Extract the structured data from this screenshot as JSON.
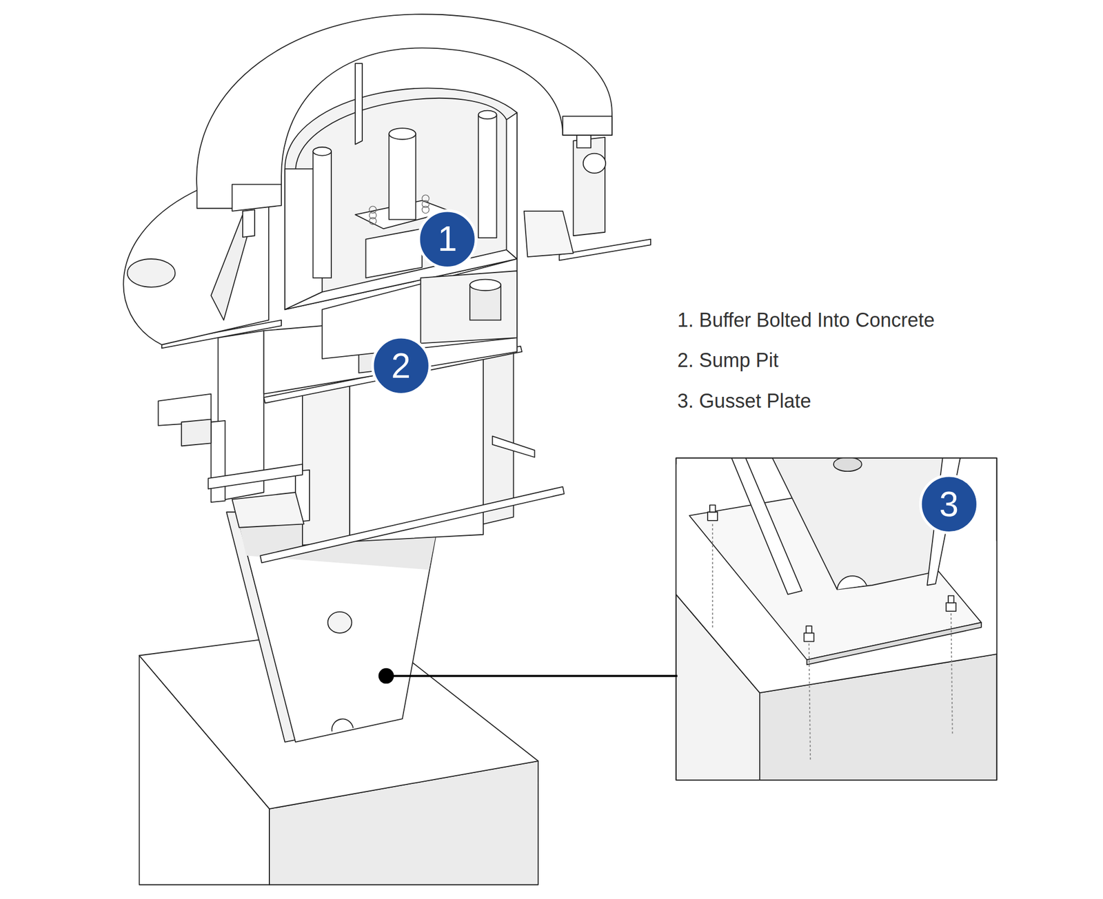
{
  "diagram": {
    "nodes": [
      {
        "text": [
          "1"
        ]
      },
      {
        "text": [
          "2"
        ]
      },
      {
        "text": [
          "3"
        ]
      }
    ],
    "labels": [
      "1. Buffer Bolted Into Concrete",
      "2. Sump Pit",
      "3. Gusset Plate"
    ]
  }
}
